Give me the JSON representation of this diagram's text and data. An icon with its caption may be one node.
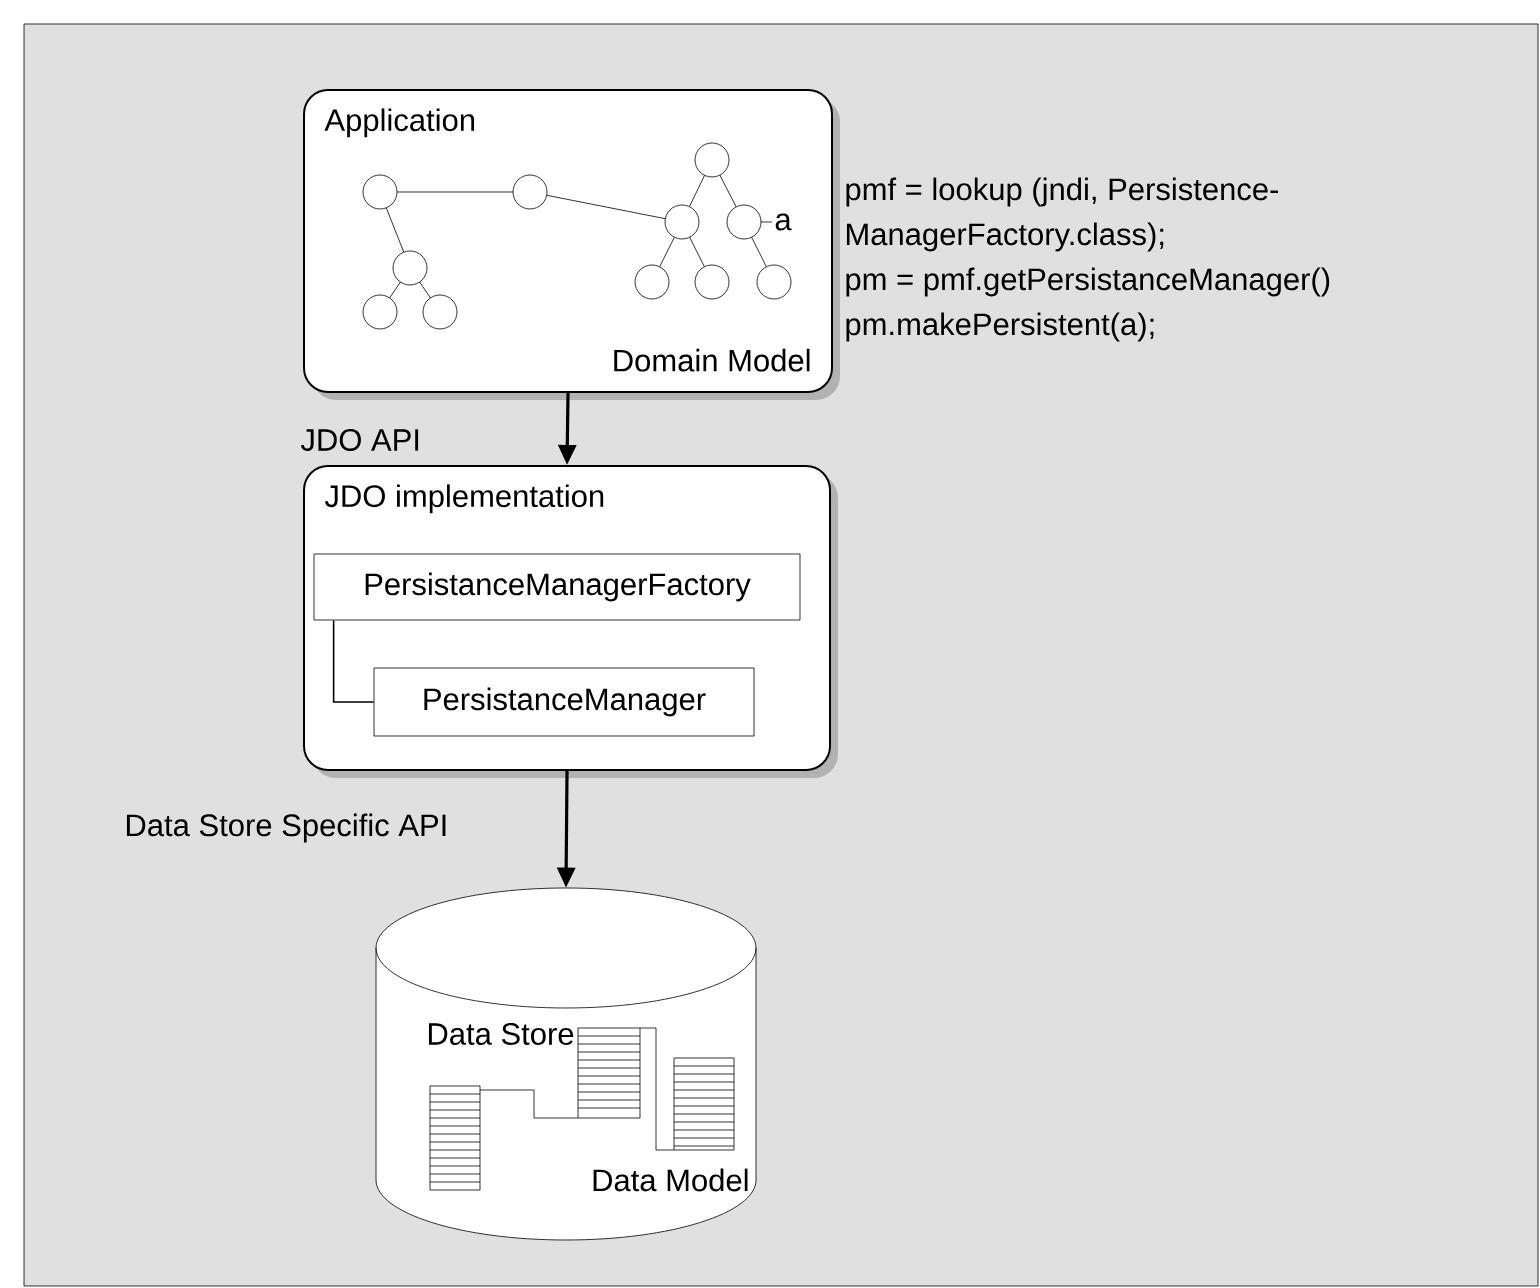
{
  "diagram": {
    "nodes": [
      {
        "text": [
          "Application",
          "Domain Model"
        ]
      },
      {
        "text": [
          "JDO implementation"
        ]
      },
      {
        "text": [
          "PersistanceManagerFactory"
        ],
        "in": 1
      },
      {
        "text": [
          "PersistanceManager"
        ],
        "in": 1
      },
      {
        "text": [
          "Data Store",
          "Data Model"
        ]
      }
    ],
    "edges": [
      {
        "from": 0,
        "to": 1,
        "arrow": "to",
        "label": "JDO API"
      },
      {
        "from": 1,
        "to": 4,
        "arrow": "to",
        "label": "Data Store Specific API"
      },
      {
        "from": 2,
        "to": 3,
        "arrow": "none"
      }
    ],
    "labels": [
      "a",
      "pmf = lookup (jndi, Persistence-",
      "ManagerFactory.class);",
      "pm = pmf.getPersistanceManager()",
      "pm.makePersistent(a);"
    ]
  }
}
